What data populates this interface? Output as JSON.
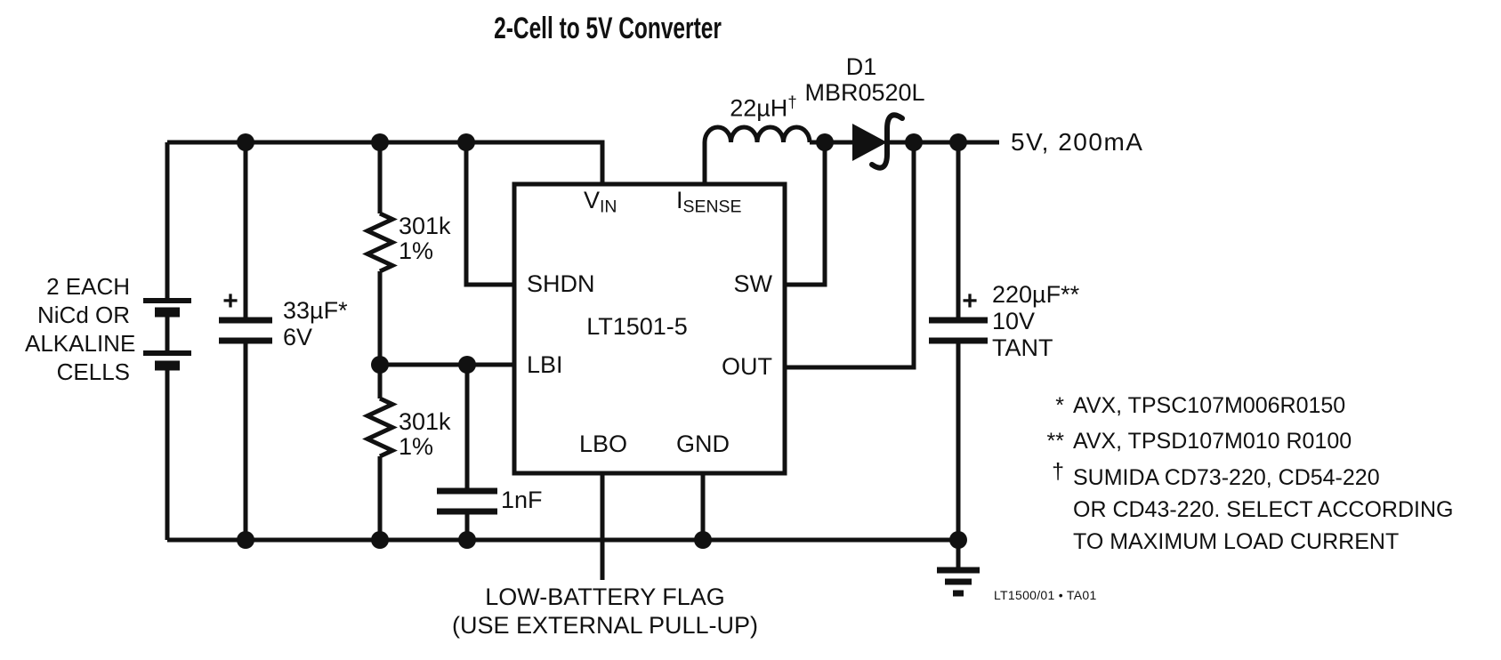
{
  "title": "2-Cell to 5V Converter",
  "schematic": {
    "battery": {
      "label_lines": [
        "2 EACH",
        "NiCd OR",
        "ALKALINE",
        "CELLS"
      ]
    },
    "input_cap": {
      "plus": "+",
      "value": "33µF*",
      "voltage": "6V"
    },
    "r1": {
      "value": "301k",
      "tolerance": "1%"
    },
    "r2": {
      "value": "301k",
      "tolerance": "1%"
    },
    "lbi_cap": {
      "value": "1nF"
    },
    "inductor": {
      "value": "22µH",
      "note_marker": "†"
    },
    "diode": {
      "ref": "D1",
      "part": "MBR0520L"
    },
    "ic": {
      "part": "LT1501-5",
      "pins": {
        "vin_main": "V",
        "vin_sub": "IN",
        "isense_main": "I",
        "isense_sub": "SENSE",
        "shdn": "SHDN",
        "lbi": "LBI",
        "sw": "SW",
        "out": "OUT",
        "lbo": "LBO",
        "gnd": "GND"
      }
    },
    "output_cap": {
      "plus": "+",
      "value": "220µF**",
      "voltage": "10V",
      "type": "TANT"
    },
    "output_label": "5V, 200mA",
    "flag_label_line1": "LOW-BATTERY FLAG",
    "flag_label_line2": "(USE EXTERNAL PULL-UP)"
  },
  "notes": [
    {
      "marker": "*",
      "text": "AVX, TPSC107M006R0150"
    },
    {
      "marker": "**",
      "text": "AVX, TPSD107M010 R0100"
    },
    {
      "marker": "†",
      "text": "SUMIDA CD73-220, CD54-220"
    },
    {
      "marker": "",
      "text": "OR CD43-220. SELECT ACCORDING"
    },
    {
      "marker": "",
      "text": "TO MAXIMUM LOAD CURRENT"
    }
  ],
  "doc_ref": "LT1500/01 • TA01",
  "colors": {
    "ink": "#111111",
    "background": "#ffffff"
  }
}
